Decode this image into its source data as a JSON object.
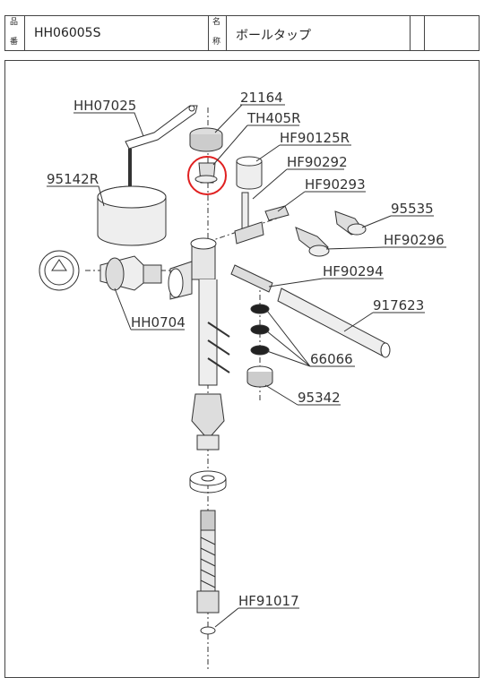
{
  "header": {
    "part_no_label": "品番",
    "part_no": "HH06005S",
    "name_label": "名称",
    "name": "ボールタップ"
  },
  "parts": [
    "HH07025",
    "21164",
    "TH405R",
    "HF90125R",
    "HF90292",
    "95142R",
    "HF90293",
    "95535",
    "HF90296",
    "HF90294",
    "917623",
    "HH0704",
    "66066",
    "95342",
    "HF91017"
  ]
}
